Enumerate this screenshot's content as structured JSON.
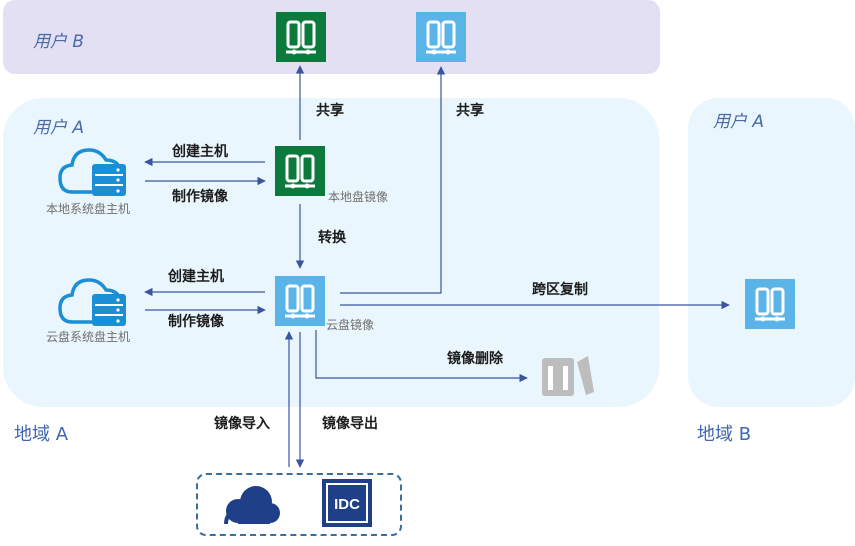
{
  "users": {
    "user_b": "用户 B",
    "user_a_left": "用户 A",
    "user_a_right": "用户 A"
  },
  "regions": {
    "region_a": "地域 A",
    "region_b": "地域 B"
  },
  "hosts": {
    "local_host": "本地系统盘主机",
    "cloud_host": "云盘系统盘主机"
  },
  "images": {
    "local_image": "本地盘镜像",
    "cloud_image": "云盘镜像"
  },
  "actions": {
    "share_1": "共享",
    "share_2": "共享",
    "create_host_1": "创建主机",
    "make_image_1": "制作镜像",
    "convert": "转换",
    "create_host_2": "创建主机",
    "make_image_2": "制作镜像",
    "cross_region_copy": "跨区复制",
    "image_delete": "镜像删除",
    "image_import": "镜像导入",
    "image_export": "镜像导出"
  },
  "idc_label": "IDC",
  "colors": {
    "local_image": "#0b7a3c",
    "cloud_image": "#5ab4e8",
    "user_b_bg": "#e4e0f3",
    "region_bg": "#eaf6fd",
    "arrow": "#3a559f",
    "idc": "#1f3f88",
    "trash": "#bdbdbd"
  }
}
